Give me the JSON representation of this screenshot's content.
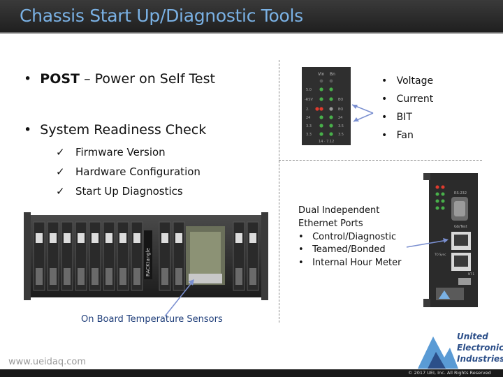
{
  "title": "Chassis Start Up/Diagnostic Tools",
  "post": {
    "bold": "POST",
    "rest": " – Power on Self Test"
  },
  "readiness": {
    "heading": "System Readiness Check",
    "items": [
      "Firmware Version",
      "Hardware Configuration",
      "Start Up Diagnostics"
    ]
  },
  "monitors": [
    "Voltage",
    "Current",
    "BIT",
    "Fan"
  ],
  "led_panel": {
    "headers": [
      "Vin",
      "Bn"
    ],
    "left": [
      "5.0",
      "-RSV",
      "2.",
      "24",
      "3.3",
      "3.3"
    ],
    "right": [
      "",
      "BO",
      "BO",
      "24",
      "3.5",
      "3.5"
    ],
    "bottom": "14 · 7.12"
  },
  "ethernet": {
    "heading1": "Dual Independent",
    "heading2": "Ethernet Ports",
    "items": [
      "Control/Diagnostic",
      "Teamed/Bonded",
      "Internal Hour Meter"
    ]
  },
  "cpu_labels": [
    "RS-232",
    "Gb/Test",
    "NT-1",
    "TO Sync"
  ],
  "chassis_label": "RACKtangle",
  "sensors_label": "On Board Temperature Sensors",
  "website": "www.ueidaq.com",
  "logo": {
    "line1": "United",
    "line2": "Electronic",
    "line3": "Industries"
  },
  "copyright": "© 2017 UEI, Inc. All Rights Reserved"
}
